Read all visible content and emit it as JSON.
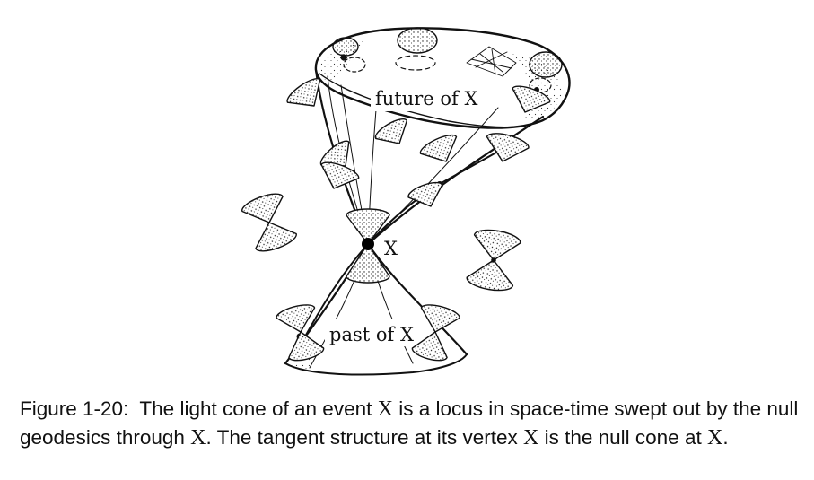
{
  "diagram": {
    "labels": {
      "future": "future of X",
      "past": "past of X",
      "event": "X"
    }
  },
  "caption": {
    "prefix": "Figure 1-20:",
    "part1": "The light cone of an event ",
    "x1": "X",
    "part2": " is a locus in space-time swept out by the null geodesics through ",
    "x2": "X",
    "part3": ". The tangent structure at its vertex ",
    "x3": "X",
    "part4": " is the null cone at ",
    "x4": "X",
    "part5": "."
  }
}
